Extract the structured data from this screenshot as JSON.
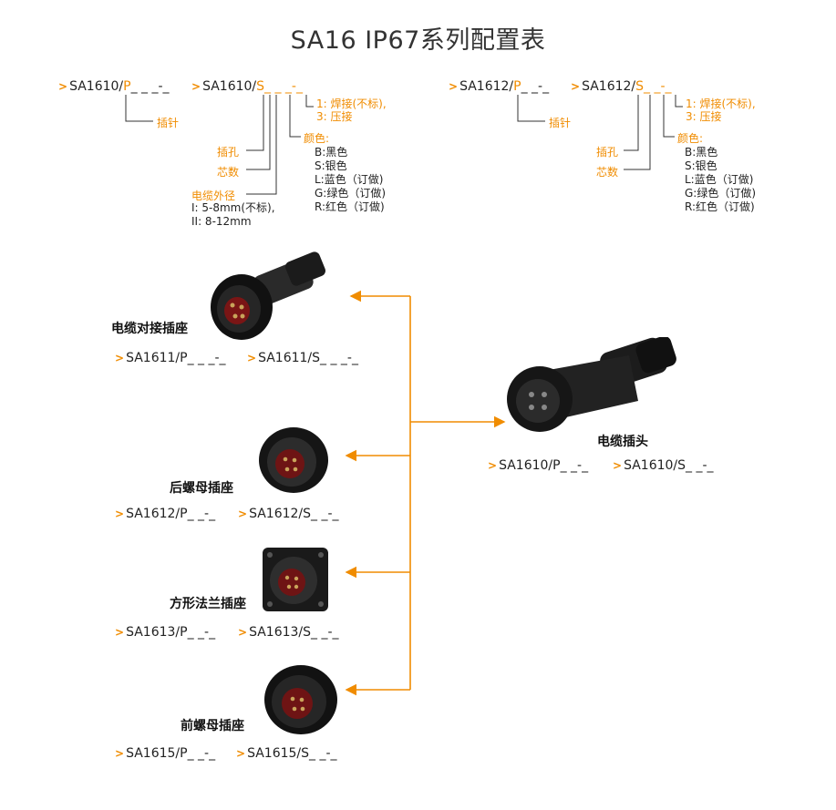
{
  "title": "SA16 IP67系列配置表",
  "accent_color": "#f08c00",
  "arrow_prefix": ">",
  "codes": {
    "p1610": {
      "prefix": "SA1610/",
      "letter": "P",
      "suffix": "_ _ _-_"
    },
    "s1610": {
      "prefix": "SA1610/",
      "letter": "S",
      "suffix": "_ _ _-_"
    },
    "p1612": {
      "prefix": "SA1612/",
      "letter": "P",
      "suffix": "_ _-_"
    },
    "s1612": {
      "prefix": "SA1612/",
      "letter": "S",
      "suffix": "_ _-_"
    }
  },
  "legend_left": {
    "pin": "插针",
    "socket": "插孔",
    "cores": "芯数",
    "cable_od": "电缆外径",
    "cable_od_options": [
      "I: 5-8mm(不标),",
      "II: 8-12mm"
    ],
    "termination": [
      "1: 焊接(不标),",
      "3: 压接"
    ],
    "color_label": "颜色:",
    "colors": [
      "B:黑色",
      "S:银色",
      "L:蓝色（订做)",
      "G:绿色（订做)",
      "R:红色（订做)"
    ]
  },
  "legend_right": {
    "pin": "插针",
    "socket": "插孔",
    "cores": "芯数",
    "termination": [
      "1: 焊接(不标),",
      "3: 压接"
    ],
    "color_label": "颜色:",
    "colors": [
      "B:黑色",
      "S:银色",
      "L:蓝色（订做)",
      "G:绿色（订做)",
      "R:红色（订做)"
    ]
  },
  "products": [
    {
      "name": "电缆对接插座",
      "codes": [
        "SA1611/P_ _ _-_",
        "SA1611/S_ _ _-_"
      ],
      "icon": "cable-receptacle-image"
    },
    {
      "name": "后螺母插座",
      "codes": [
        "SA1612/P_ _-_",
        "SA1612/S_ _-_"
      ],
      "icon": "rear-nut-receptacle-image"
    },
    {
      "name": "方形法兰插座",
      "codes": [
        "SA1613/P_ _-_",
        "SA1613/S_ _-_"
      ],
      "icon": "square-flange-receptacle-image"
    },
    {
      "name": "前螺母插座",
      "codes": [
        "SA1615/P_ _-_",
        "SA1615/S_ _-_"
      ],
      "icon": "front-nut-receptacle-image"
    }
  ],
  "plug": {
    "name": "电缆插头",
    "codes": [
      "SA1610/P_ _-_",
      "SA1610/S_ _-_"
    ],
    "icon": "cable-plug-image"
  }
}
